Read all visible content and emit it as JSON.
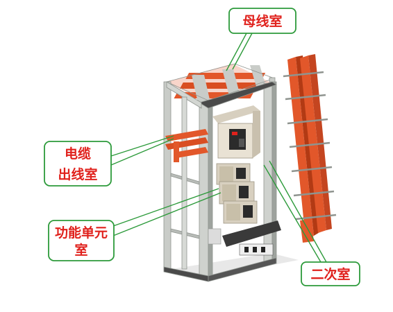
{
  "labels": {
    "busbar_room": "母线室",
    "cable_room_line1": "电缆",
    "cable_room_line2": "出线室",
    "function_room_line1": "功能单元",
    "function_room_line2": "室",
    "secondary_room": "二次室"
  },
  "colors": {
    "frame": "#c9ccc8",
    "frame_shade": "#9ea39e",
    "busbar": "#e2572a",
    "busbar_dark": "#b23a14",
    "label_text": "#e0211c",
    "callout_border": "#2c9a3a",
    "breaker_body": "#e9e2d4",
    "module": "#d8d0c0",
    "module_dark": "#2b2b2b"
  }
}
